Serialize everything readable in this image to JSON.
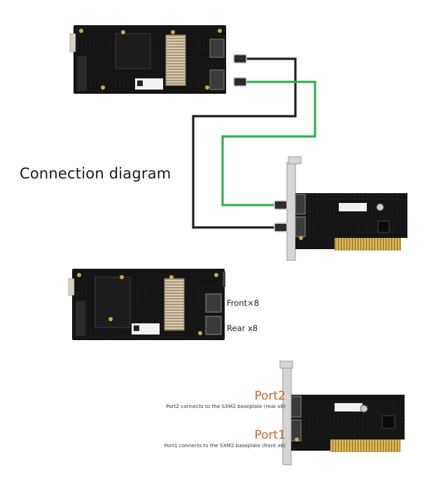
{
  "title": "Connection diagram",
  "board_labels": {
    "front": "Front×8",
    "rear": "Rear x8"
  },
  "ports": [
    {
      "name": "Port2",
      "desc": "Port2 connects to the SXM2 baseplate (rear x8)"
    },
    {
      "name": "Port1",
      "desc": "Port1 connects to the SXM2 baseplate (front x8)"
    }
  ],
  "colors": {
    "cable_black": "#1e1e1e",
    "cable_green": "#2fb34a",
    "pcb": "#141414",
    "heatsink": "#b9a98c",
    "port_accent": "#c46a2a"
  }
}
